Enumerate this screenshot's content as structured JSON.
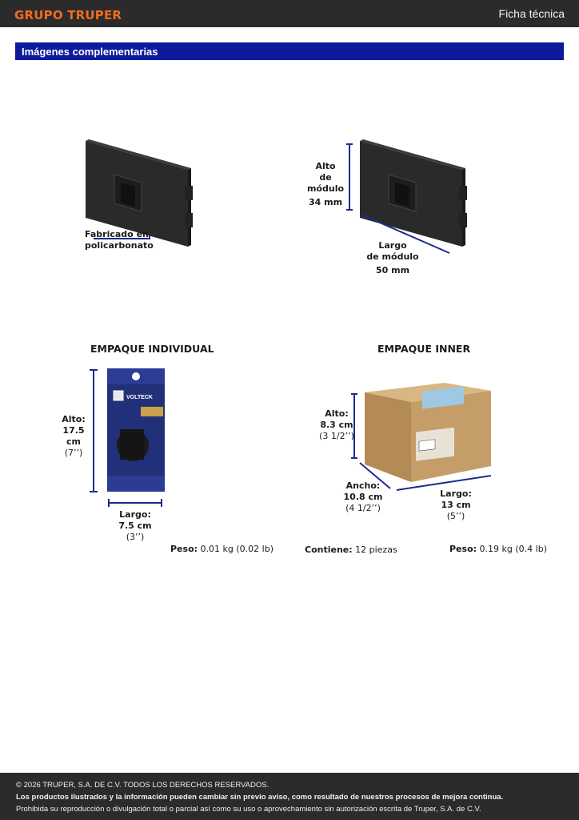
{
  "header": {
    "brand": "GRUPO TRUPER",
    "doc_type": "Ficha técnica"
  },
  "section": {
    "title": "Imágenes complementarias"
  },
  "product_views": {
    "material_label_1": "Fabricado en",
    "material_label_2": "policarbonato",
    "height_label_1": "Alto",
    "height_label_2": "de módulo",
    "height_value": "34 mm",
    "length_label_1": "Largo",
    "length_label_2": "de módulo",
    "length_value": "50 mm"
  },
  "individual_pack": {
    "heading": "EMPAQUE INDIVIDUAL",
    "height_label": "Alto:",
    "height_cm": "17.5 cm",
    "height_in": "(7’’)",
    "length_label": "Largo:",
    "length_cm": "7.5 cm",
    "length_in": "(3’’)",
    "weight_label": "Peso:",
    "weight_value": "0.01 kg (0.02 lb)",
    "bag_brand": "VOLTECK"
  },
  "inner_pack": {
    "heading": "EMPAQUE INNER",
    "height_label": "Alto:",
    "height_cm": "8.3 cm",
    "height_in": "(3 1/2’’)",
    "width_label": "Ancho:",
    "width_cm": "10.8 cm",
    "width_in": "(4 1/2’’)",
    "length_label": "Largo:",
    "length_cm": "13 cm",
    "length_in": "(5’’)",
    "contains_label": "Contiene:",
    "contains_value": "12 piezas",
    "weight_label": "Peso:",
    "weight_value": "0.19 kg (0.4 lb)"
  },
  "footer": {
    "copyright": "© 2026 TRUPER, S.A. DE C.V. TODOS LOS DERECHOS RESERVADOS.",
    "notice": "Los productos ilustrados y la información pueden cambiar sin previo aviso, como resultado de nuestros procesos de mejora continua.",
    "restriction": "Prohibida su reproducción o divulgación total o parcial así como su uso o aprovechamiento sin autorización escrita de Truper, S.A. de C.V."
  },
  "colors": {
    "brand_orange": "#f26a21",
    "section_blue": "#0d1a9c",
    "dimension_blue": "#1d2a8c",
    "dark_bar": "#2b2b2b"
  }
}
